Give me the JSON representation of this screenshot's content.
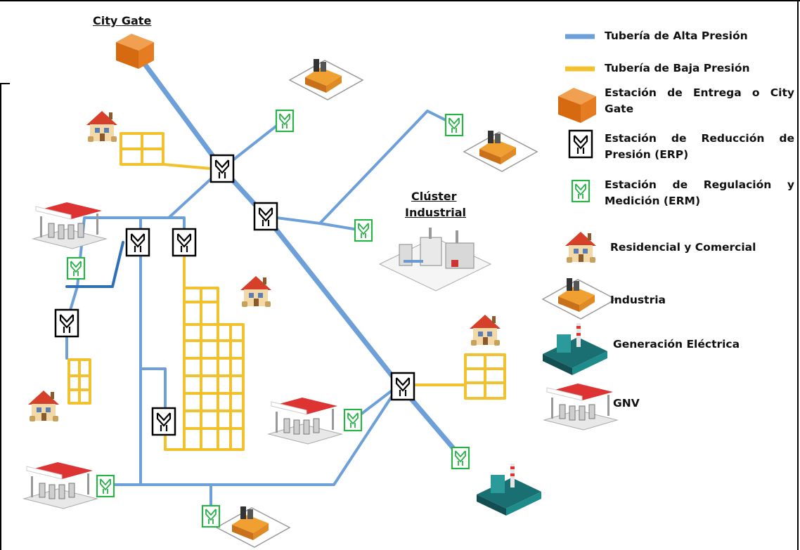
{
  "labels": {
    "city_gate": "City Gate",
    "cluster_line1": "Clúster",
    "cluster_line2": "Industrial"
  },
  "legend": {
    "high_pressure": "Tubería de Alta Presión",
    "low_pressure": "Tubería de Baja Presión",
    "city_gate_station": "Estación de Entrega o City Gate",
    "erp": "Estación de Reducción de Presión (ERP)",
    "erm": "Estación de Regulación y Medición (ERM)",
    "residential": "Residencial y Comercial",
    "industry": "Industria",
    "power": "Generación Eléctrica",
    "gnv": "GNV"
  },
  "colors": {
    "high_pressure": "#6d9fd8",
    "high_pressure_dark": "#2e6fb8",
    "low_pressure": "#f2c12e",
    "erp_border": "#000000",
    "erm_border": "#2bb04a",
    "city_gate": "#e57c22",
    "roof": "#d6402b",
    "power_plant": "#1f8c8c"
  },
  "icons": [
    "city-gate-icon",
    "erp-icon",
    "erm-icon",
    "house-icon",
    "factory-icon",
    "gas-station-icon",
    "power-plant-icon"
  ]
}
